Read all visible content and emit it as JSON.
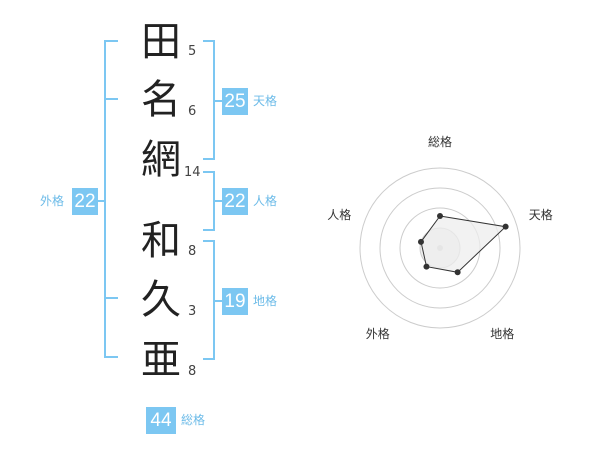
{
  "name": {
    "chars": [
      {
        "char": "田",
        "strokes": "5"
      },
      {
        "char": "名",
        "strokes": "6"
      },
      {
        "char": "網",
        "strokes": "14"
      },
      {
        "char": "和",
        "strokes": "8"
      },
      {
        "char": "久",
        "strokes": "3"
      },
      {
        "char": "亜",
        "strokes": "8"
      }
    ]
  },
  "fortunes": {
    "tenkaku": {
      "label": "天格",
      "value": "25"
    },
    "jinkaku": {
      "label": "人格",
      "value": "22"
    },
    "chikaku": {
      "label": "地格",
      "value": "19"
    },
    "gaikaku": {
      "label": "外格",
      "value": "22"
    },
    "soukaku": {
      "label": "総格",
      "value": "44"
    }
  },
  "colors": {
    "accent": "#7cc7f2",
    "accent_text": "#6cbbe8",
    "ring": "#cccccc",
    "polygon_fill": "#eeeeee",
    "polygon_stroke": "#333333"
  },
  "chart_data": {
    "type": "radar",
    "axes": [
      "総格",
      "天格",
      "地格",
      "外格",
      "人格"
    ],
    "rings": 4,
    "max": 4,
    "values": [
      1.6,
      3.45,
      1.5,
      1.15,
      1.0
    ]
  }
}
